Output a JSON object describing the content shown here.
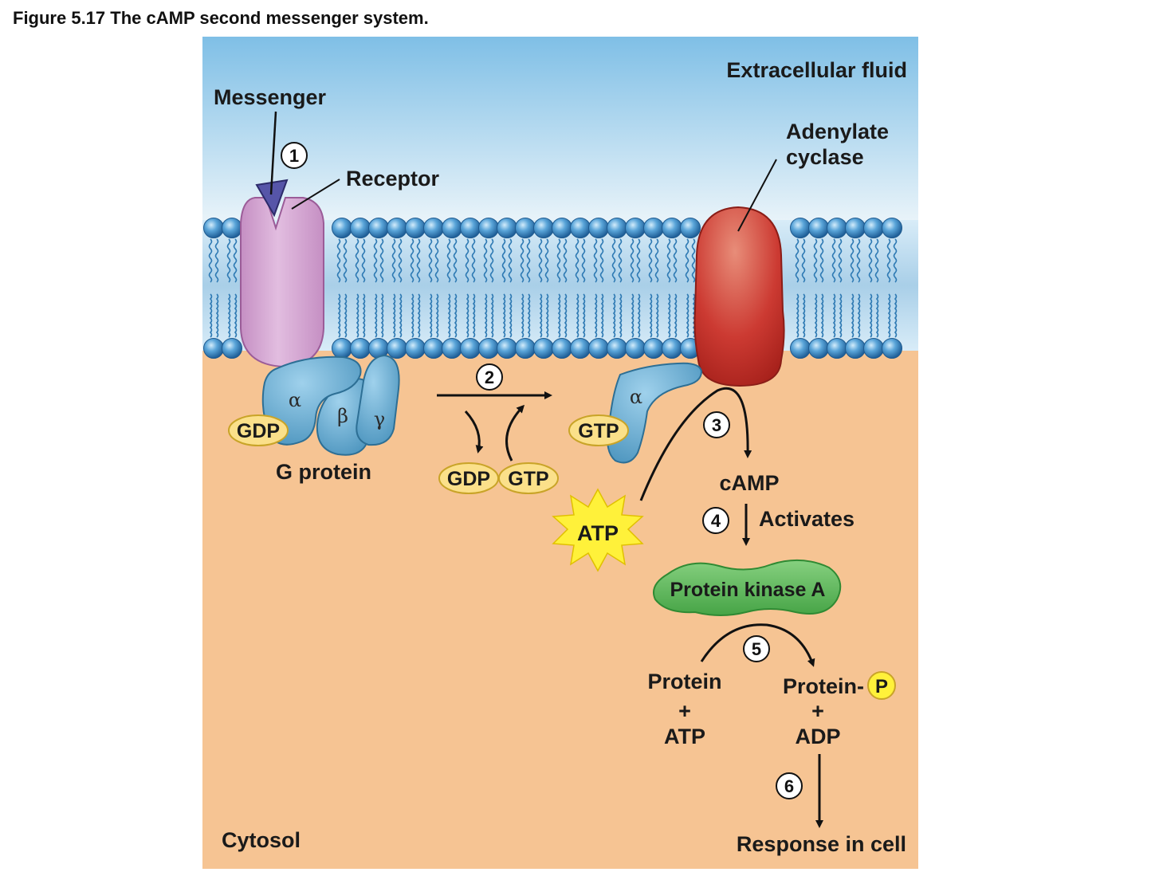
{
  "figure": {
    "title": "Figure 5.17  The cAMP second messenger system."
  },
  "regions": {
    "extracellular": "Extracellular fluid",
    "cytosol": "Cytosol"
  },
  "components": {
    "messenger": "Messenger",
    "receptor": "Receptor",
    "adenylate_cyclase_line1": "Adenylate",
    "adenylate_cyclase_line2": "cyclase",
    "g_protein": "G protein",
    "alpha": "α",
    "beta": "β",
    "gamma": "γ",
    "gdp": "GDP",
    "gtp": "GTP",
    "atp": "ATP",
    "camp": "cAMP",
    "activates": "Activates",
    "protein_kinase_a": "Protein kinase A",
    "protein": "Protein",
    "plus": "+",
    "protein_p": "Protein-",
    "phosphate": "P",
    "adp": "ADP",
    "response": "Response in cell"
  },
  "steps": [
    "1",
    "2",
    "3",
    "4",
    "5",
    "6"
  ],
  "colors": {
    "extracellular_top": "#7fbfe6",
    "extracellular_bottom": "#e6f2f8",
    "cytosol": "#f6c493",
    "membrane_head": "#3d88c8",
    "receptor": "#d6a8d4",
    "messenger": "#5655a8",
    "g_protein": "#5fa8cc",
    "adenylate_cyclase": "#cc3a32",
    "nucleotide_oval": "#fbe08a",
    "atp_star": "#fff13a",
    "protein_kinase_a": "#5cb85a",
    "phosphate": "#fff13a"
  }
}
